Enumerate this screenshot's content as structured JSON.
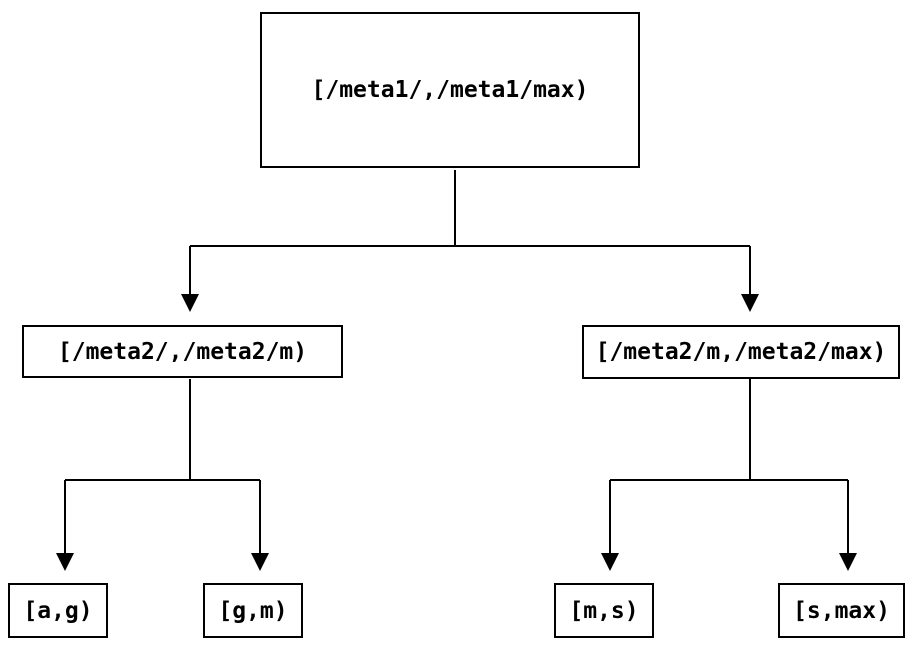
{
  "diagram": {
    "colors": {
      "line": "#000000",
      "box_border": "#000000",
      "text": "#000000",
      "background": "#ffffff"
    },
    "nodes": {
      "root": {
        "label": "[/meta1/,/meta1/max)"
      },
      "meta2_left": {
        "label": "[/meta2/,/meta2/m)"
      },
      "meta2_right": {
        "label": "[/meta2/m,/meta2/max)"
      },
      "leaf_ag": {
        "label": "[a,g)"
      },
      "leaf_gm": {
        "label": "[g,m)"
      },
      "leaf_ms": {
        "label": "[m,s)"
      },
      "leaf_smax": {
        "label": "[s,max)"
      }
    },
    "edges": [
      {
        "from": "root",
        "to": "meta2_left"
      },
      {
        "from": "root",
        "to": "meta2_right"
      },
      {
        "from": "meta2_left",
        "to": "leaf_ag"
      },
      {
        "from": "meta2_left",
        "to": "leaf_gm"
      },
      {
        "from": "meta2_right",
        "to": "leaf_ms"
      },
      {
        "from": "meta2_right",
        "to": "leaf_smax"
      }
    ]
  }
}
